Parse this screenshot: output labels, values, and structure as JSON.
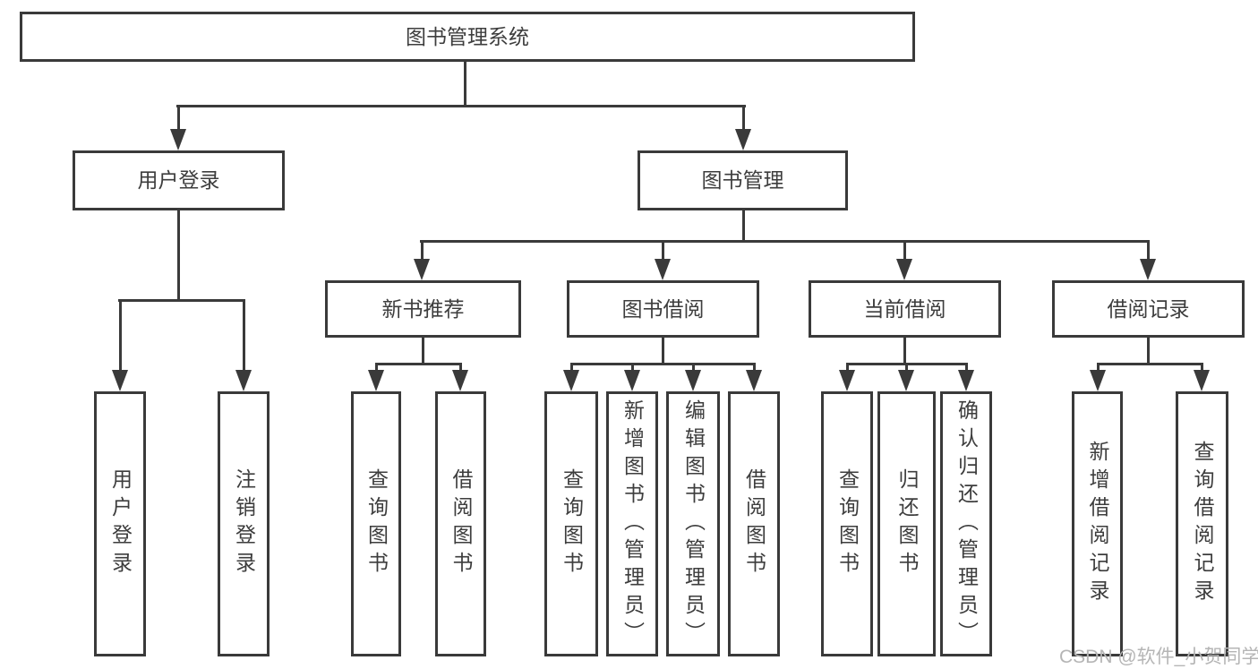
{
  "diagram": {
    "type": "tree",
    "label": "图书管理系统",
    "children": [
      {
        "label": "用户登录",
        "children": [
          {
            "label": "用户登录"
          },
          {
            "label": "注销登录"
          }
        ]
      },
      {
        "label": "图书管理",
        "children": [
          {
            "label": "新书推荐",
            "children": [
              {
                "label": "查询图书"
              },
              {
                "label": "借阅图书"
              }
            ]
          },
          {
            "label": "图书借阅",
            "children": [
              {
                "label": "查询图书"
              },
              {
                "label": "新增图书（管理员）"
              },
              {
                "label": "编辑图书（管理员）"
              },
              {
                "label": "借阅图书"
              }
            ]
          },
          {
            "label": "当前借阅",
            "children": [
              {
                "label": "查询图书"
              },
              {
                "label": "归还图书"
              },
              {
                "label": "确认归还（管理员）"
              }
            ]
          },
          {
            "label": "借阅记录",
            "children": [
              {
                "label": "新增借阅记录"
              },
              {
                "label": "查询借阅记录"
              }
            ]
          }
        ]
      }
    ]
  },
  "watermark": {
    "text": "CSDN @软件_小贺同学"
  },
  "colors": {
    "line": "#3a3a3a",
    "text": "#3d3d3d",
    "watermark": "#b5b5b5",
    "background": "#ffffff"
  }
}
